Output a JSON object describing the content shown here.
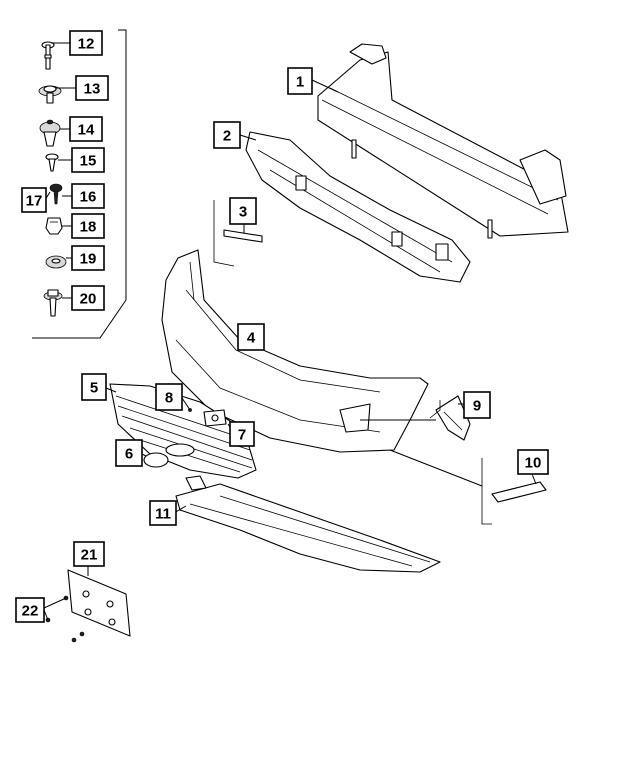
{
  "diagram": {
    "callouts": [
      {
        "id": "12",
        "label": "12"
      },
      {
        "id": "13",
        "label": "13"
      },
      {
        "id": "14",
        "label": "14"
      },
      {
        "id": "15",
        "label": "15"
      },
      {
        "id": "16",
        "label": "16"
      },
      {
        "id": "17",
        "label": "17"
      },
      {
        "id": "18",
        "label": "18"
      },
      {
        "id": "19",
        "label": "19"
      },
      {
        "id": "20",
        "label": "20"
      },
      {
        "id": "1",
        "label": "1"
      },
      {
        "id": "2",
        "label": "2"
      },
      {
        "id": "3",
        "label": "3"
      },
      {
        "id": "4",
        "label": "4"
      },
      {
        "id": "5",
        "label": "5"
      },
      {
        "id": "6",
        "label": "6"
      },
      {
        "id": "7",
        "label": "7"
      },
      {
        "id": "8",
        "label": "8"
      },
      {
        "id": "9",
        "label": "9"
      },
      {
        "id": "10",
        "label": "10"
      },
      {
        "id": "11",
        "label": "11"
      },
      {
        "id": "21",
        "label": "21"
      },
      {
        "id": "22",
        "label": "22"
      }
    ]
  }
}
